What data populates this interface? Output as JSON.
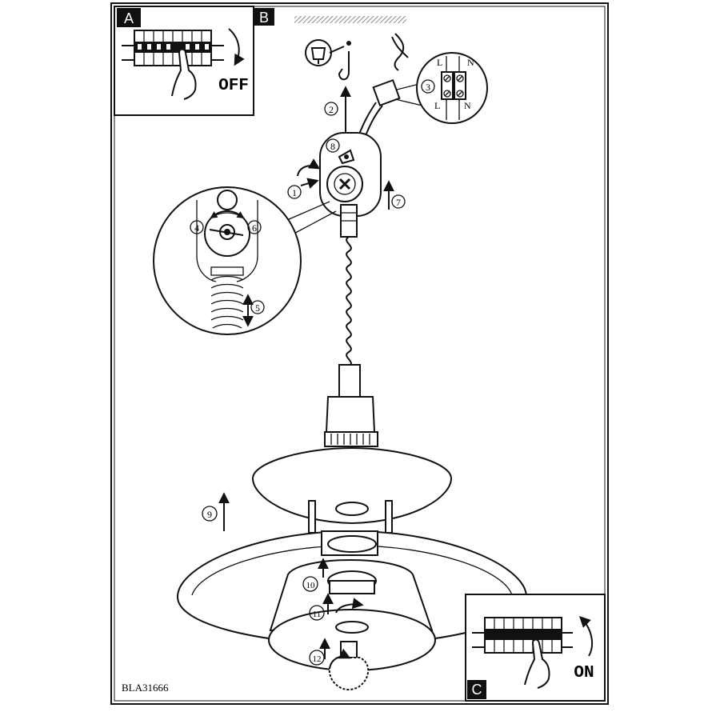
{
  "panels": {
    "a": {
      "letter": "A",
      "switch_state": "OFF"
    },
    "b": {
      "letter": "B"
    },
    "c": {
      "letter": "C",
      "switch_state": "ON"
    }
  },
  "terminal": {
    "live_top": "L",
    "neutral_top": "N",
    "live_bottom": "L",
    "neutral_bottom": "N"
  },
  "steps": [
    "1",
    "2",
    "3",
    "4",
    "5",
    "6",
    "7",
    "8",
    "9",
    "10",
    "11",
    "12"
  ],
  "model_code": "BLA31666",
  "icons": [
    "hand-icon",
    "circuit-breaker-icon",
    "rotate-arrow-icon",
    "screw-icon",
    "wall-plug-icon",
    "hook-icon",
    "light-bulb-icon"
  ]
}
